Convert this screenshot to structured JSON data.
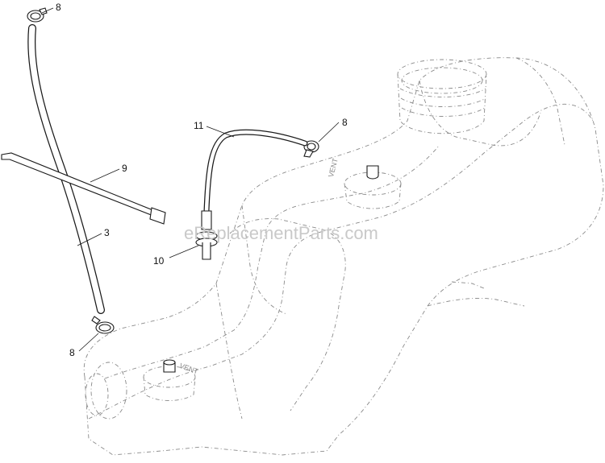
{
  "watermark": "eReplacementParts.com",
  "tank_labels": {
    "vent_top": "VENT",
    "vent_bottom": "VENT"
  },
  "callouts": [
    {
      "id": "c8a",
      "label": "8"
    },
    {
      "id": "c11",
      "label": "11"
    },
    {
      "id": "c8b",
      "label": "8"
    },
    {
      "id": "c9",
      "label": "9"
    },
    {
      "id": "c3",
      "label": "3"
    },
    {
      "id": "c10",
      "label": "10"
    },
    {
      "id": "c8c",
      "label": "8"
    }
  ]
}
